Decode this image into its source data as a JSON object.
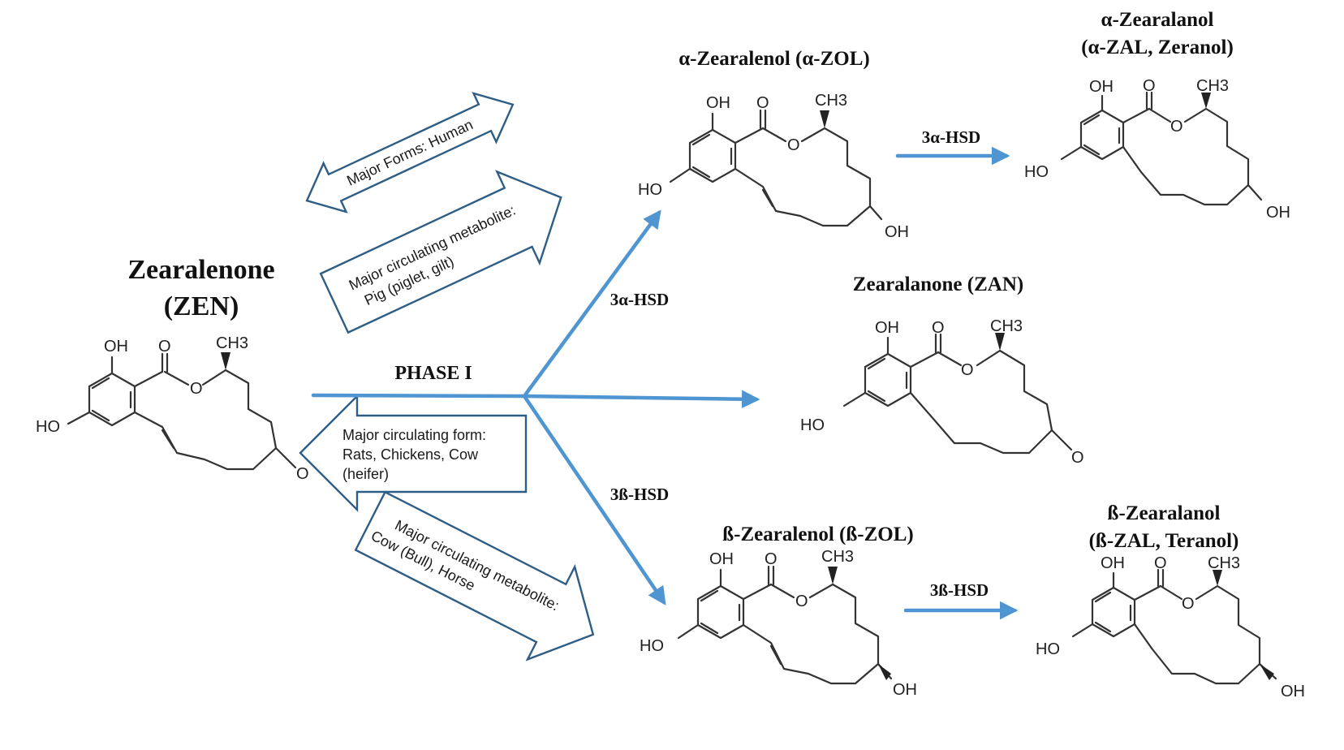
{
  "phase": "PHASE I",
  "zen": {
    "title_line1": "Zearalenone",
    "title_line2": "(ZEN)",
    "oh1": "OH",
    "oh2": "HO",
    "o_carbonyl": "O",
    "o_ring": "O",
    "ch3": "CH3",
    "o_ketone": "O"
  },
  "a_zol": {
    "title": "α-Zearalenol (α-ZOL)",
    "oh1": "OH",
    "oh2": "HO",
    "o_carbonyl": "O",
    "o_ring": "O",
    "ch3": "CH3",
    "oh_ring": "OH"
  },
  "zan": {
    "title": "Zearalanone (ZAN)",
    "oh1": "OH",
    "oh2": "HO",
    "o_carbonyl": "O",
    "o_ring": "O",
    "ch3": "CH3",
    "o_ketone": "O"
  },
  "b_zol": {
    "title": "ß-Zearalenol (ß-ZOL)",
    "oh1": "OH",
    "oh2": "HO",
    "o_carbonyl": "O",
    "o_ring": "O",
    "ch3": "CH3",
    "oh_ring": "OH"
  },
  "a_zal": {
    "title_line1": "α-Zearalanol",
    "title_line2": "(α-ZAL, Zeranol)",
    "oh1": "OH",
    "oh2": "HO",
    "o_carbonyl": "O",
    "o_ring": "O",
    "ch3": "CH3",
    "oh_ring": "OH"
  },
  "b_zal": {
    "title_line1": "ß-Zearalanol",
    "title_line2": "(ß-ZAL, Teranol)",
    "oh1": "OH",
    "oh2": "HO",
    "o_carbonyl": "O",
    "o_ring": "O",
    "ch3": "CH3",
    "oh_ring": "OH"
  },
  "enzymes": {
    "to_a_zol": "3α-HSD",
    "to_b_zol": "3ß-HSD",
    "a_zol_to_a_zal": "3α-HSD",
    "b_zol_to_b_zal": "3ß-HSD"
  },
  "notes": {
    "human": "Major Forms: Human",
    "pig_line1": "Major circulating metabolite:",
    "pig_line2": "Pig (piglet, gilt)",
    "rats_line1": "Major circulating form:",
    "rats_line2": "Rats, Chickens, Cow",
    "rats_line3": "(heifer)",
    "cow_line1": "Major circulating metabolite:",
    "cow_line2": "Cow (Bull), Horse"
  },
  "colors": {
    "pathway_arrow": "#4f95d2",
    "note_arrow_outline": "#2e5d86",
    "text": "#111111"
  }
}
